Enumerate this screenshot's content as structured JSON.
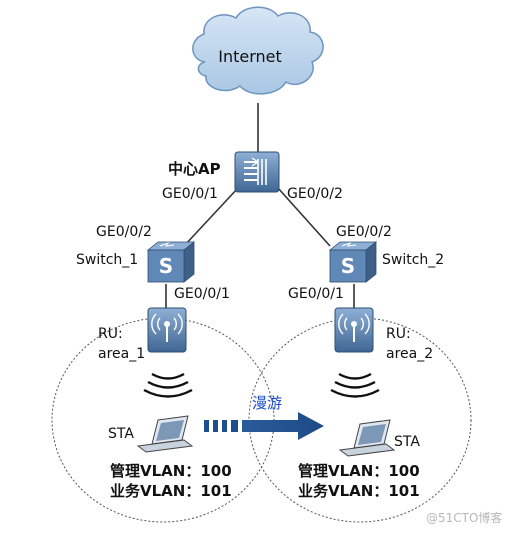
{
  "internet_label": "Internet",
  "core_ap": {
    "name": "中心AP",
    "port_left": "GE0/0/1",
    "port_right": "GE0/0/2"
  },
  "switch_1": {
    "name": "Switch_1",
    "port_up": "GE0/0/2",
    "port_down": "GE0/0/1"
  },
  "switch_2": {
    "name": "Switch_2",
    "port_up": "GE0/0/2",
    "port_down": "GE0/0/1"
  },
  "ru_1": {
    "line1": "RU:",
    "line2": "area_1"
  },
  "ru_2": {
    "line1": "RU:",
    "line2": "area_2"
  },
  "sta_1": {
    "label": "STA",
    "mgmt_vlan": "管理VLAN：100",
    "service_vlan": "业务VLAN：101"
  },
  "sta_2": {
    "label": "STA",
    "mgmt_vlan": "管理VLAN：100",
    "service_vlan": "业务VLAN：101"
  },
  "roaming_label": "漫游",
  "watermark": "@51CTO博客",
  "colors": {
    "cloud_fill": "#b9d3ea",
    "cloud_stroke": "#6f94bd",
    "device_fill": "#5f88b6",
    "device_dark": "#3e5f87",
    "arrow": "#1f4e8c",
    "roaming_text": "#1f4fd0"
  }
}
